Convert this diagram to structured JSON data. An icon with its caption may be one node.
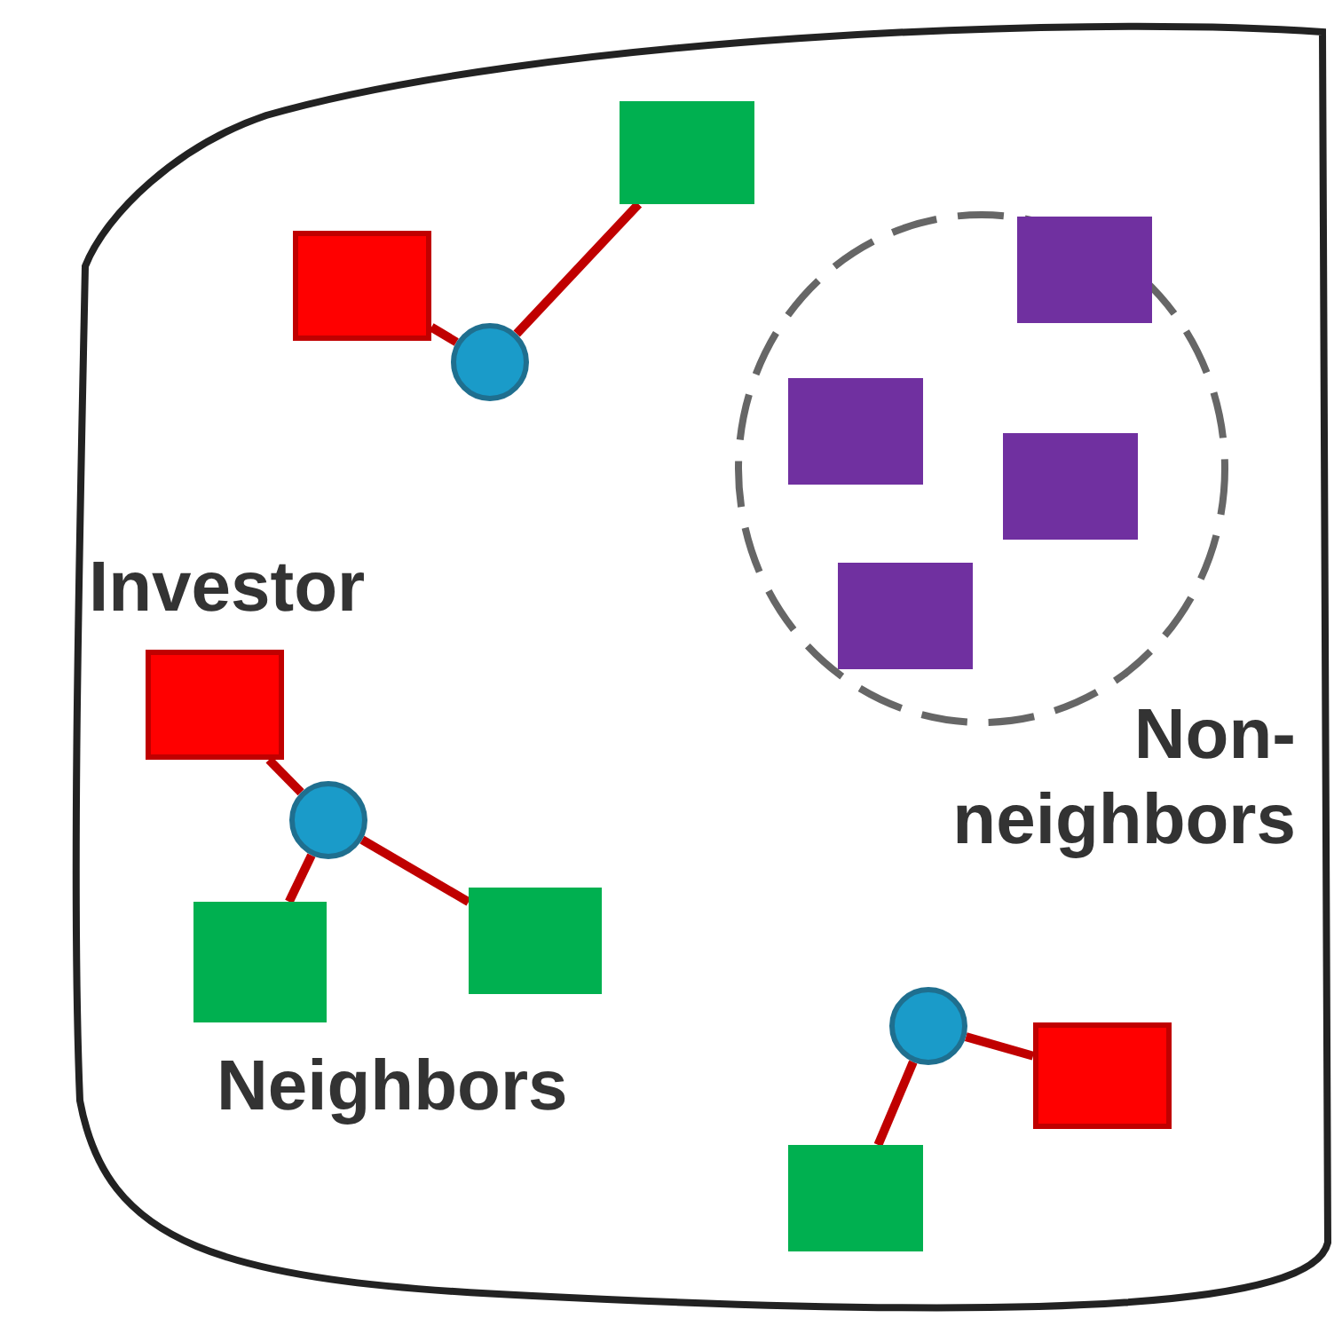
{
  "diagram": {
    "nodes": [
      {
        "text": [],
        "shape": "blob"
      },
      {
        "text": [],
        "shape": "box",
        "in": 0
      },
      {
        "text": [],
        "shape": "box",
        "in": 0
      },
      {
        "text": [],
        "shape": "circle",
        "in": 0
      },
      {
        "text": [
          "Investor"
        ],
        "in": 0
      },
      {
        "text": [],
        "shape": "circle",
        "in": 0
      },
      {
        "text": [],
        "shape": "box",
        "in": 0
      },
      {
        "text": [],
        "shape": "box",
        "in": 0
      },
      {
        "text": [
          "Non-neighbors"
        ],
        "in": 0
      },
      {
        "text": [],
        "shape": "box",
        "in": 8
      },
      {
        "text": [],
        "shape": "box",
        "in": 8
      },
      {
        "text": [],
        "shape": "box",
        "in": 8
      },
      {
        "text": [],
        "shape": "box",
        "in": 8
      },
      {
        "text": [],
        "shape": "circle",
        "in": 0
      },
      {
        "text": [],
        "shape": "box",
        "in": 0
      },
      {
        "text": [],
        "shape": "box",
        "in": 0
      }
    ],
    "edges": [
      {
        "from": 1,
        "to": 3,
        "arrow": "none"
      },
      {
        "from": 3,
        "to": 2,
        "arrow": "none"
      },
      {
        "from": 4,
        "to": 5,
        "arrow": "none"
      },
      {
        "from": 5,
        "to": 6,
        "arrow": "none"
      },
      {
        "from": 5,
        "to": 7,
        "arrow": "none"
      },
      {
        "from": 13,
        "to": 14,
        "arrow": "none"
      },
      {
        "from": 13,
        "to": 15,
        "arrow": "none"
      }
    ],
    "labels": [
      "Neighbors"
    ]
  }
}
